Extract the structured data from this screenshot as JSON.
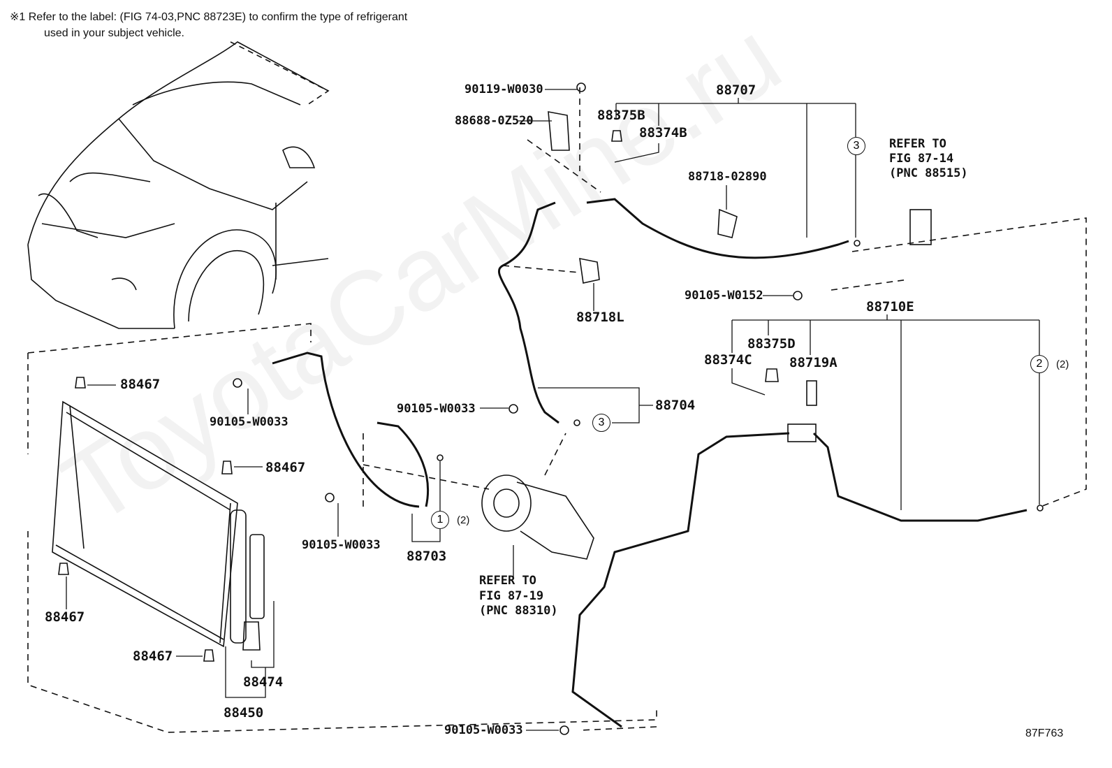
{
  "note": {
    "line1": "※1 Refer to the label: (FIG 74-03,PNC 88723E) to confirm the type of refrigerant",
    "line2": "used in your subject vehicle."
  },
  "watermark": "ToyotaCarMine.ru",
  "figure_code": "87F763",
  "labels": {
    "bolt_top": "90119-W0030",
    "bracket": "88688-0Z520",
    "tube_88707": "88707",
    "cap_88375b": "88375B",
    "valve_88374b": "88374B",
    "clamp_88718_02890": "88718-02890",
    "clamp_88718l": "88718L",
    "bolt_w0152": "90105-W0152",
    "tube_88710e": "88710E",
    "cap_88375d": "88375D",
    "valve_88374c": "88374C",
    "switch_88719a": "88719A",
    "hose_88704": "88704",
    "bolt_w0033_mid": "90105-W0033",
    "bolt_w0033_left": "90105-W0033",
    "bolt_w0033_lower": "90105-W0033",
    "bolt_w0033_bottom": "90105-W0033",
    "hose_88703": "88703",
    "cushion_1": "88467",
    "cushion_2": "88467",
    "cushion_3": "88467",
    "cushion_4": "88467",
    "dryer_88474": "88474",
    "condenser_88450": "88450"
  },
  "refers": {
    "expansion_valve": {
      "line1": "REFER TO",
      "line2": "FIG 87-14",
      "line3": "(PNC 88515)"
    },
    "compressor": {
      "line1": "REFER TO",
      "line2": "FIG 87-19",
      "line3": "(PNC 88310)"
    }
  },
  "callouts": {
    "o_ring_3_top": "3",
    "o_ring_3_mid": "3",
    "o_ring_2": "2",
    "o_ring_2_qty": "(2)",
    "o_ring_1": "1",
    "o_ring_1_qty": "(2)"
  }
}
